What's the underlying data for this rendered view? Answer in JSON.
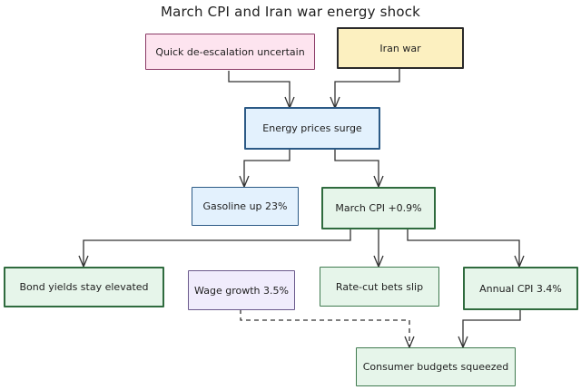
{
  "title": "March CPI and Iran war energy shock",
  "nodes": {
    "deescalation": "Quick de-escalation uncertain",
    "iran_war": "Iran war",
    "energy": "Energy prices surge",
    "gasoline": "Gasoline up 23%",
    "march_cpi": "March CPI +0.9%",
    "bond_yields": "Bond yields stay elevated",
    "wage_growth": "Wage growth 3.5%",
    "rate_cut": "Rate-cut bets slip",
    "annual_cpi": "Annual CPI 3.4%",
    "consumer": "Consumer budgets squeezed"
  },
  "edges": [
    {
      "from": "deescalation",
      "to": "energy",
      "style": "solid"
    },
    {
      "from": "iran_war",
      "to": "energy",
      "style": "solid"
    },
    {
      "from": "energy",
      "to": "gasoline",
      "style": "solid"
    },
    {
      "from": "energy",
      "to": "march_cpi",
      "style": "solid"
    },
    {
      "from": "march_cpi",
      "to": "bond_yields",
      "style": "solid"
    },
    {
      "from": "march_cpi",
      "to": "rate_cut",
      "style": "solid"
    },
    {
      "from": "march_cpi",
      "to": "annual_cpi",
      "style": "solid"
    },
    {
      "from": "wage_growth",
      "to": "consumer",
      "style": "dashed"
    },
    {
      "from": "annual_cpi",
      "to": "consumer",
      "style": "solid"
    }
  ]
}
